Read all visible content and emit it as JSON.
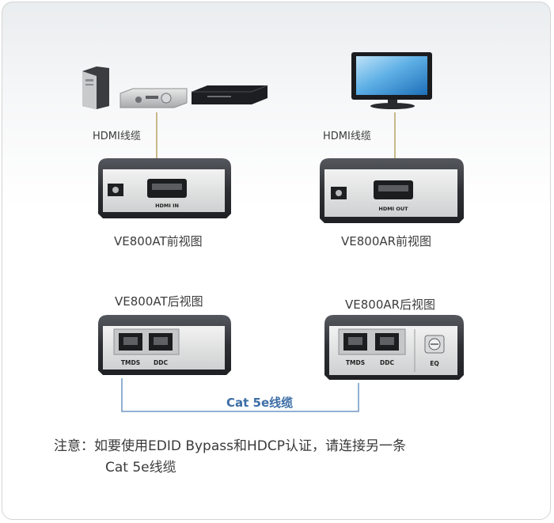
{
  "top_left": {
    "cable_label": "HDMI线缆",
    "unit_label": "VE800AT前视图",
    "port_label": "HDMI IN"
  },
  "top_right": {
    "cable_label": "HDMI线缆",
    "unit_label": "VE800AR前视图",
    "port_label": "HDMI OUT"
  },
  "bottom_left": {
    "unit_label": "VE800AT后视图",
    "port1": "TMDS",
    "port2": "DDC"
  },
  "bottom_right": {
    "unit_label": "VE800AR后视图",
    "port1": "TMDS",
    "port2": "DDC",
    "knob_label": "EQ"
  },
  "cat5_cable_label": "Cat 5e线缆",
  "note": {
    "line1": "注意：如要使用EDID Bypass和HDCP认证，请连接另一条",
    "line2": "Cat 5e线缆"
  },
  "colors": {
    "cable_blue": "#6f97c4",
    "cable_tan": "#c8b98a",
    "device_dark": "#2f3135",
    "device_face": "#e9eaea"
  }
}
